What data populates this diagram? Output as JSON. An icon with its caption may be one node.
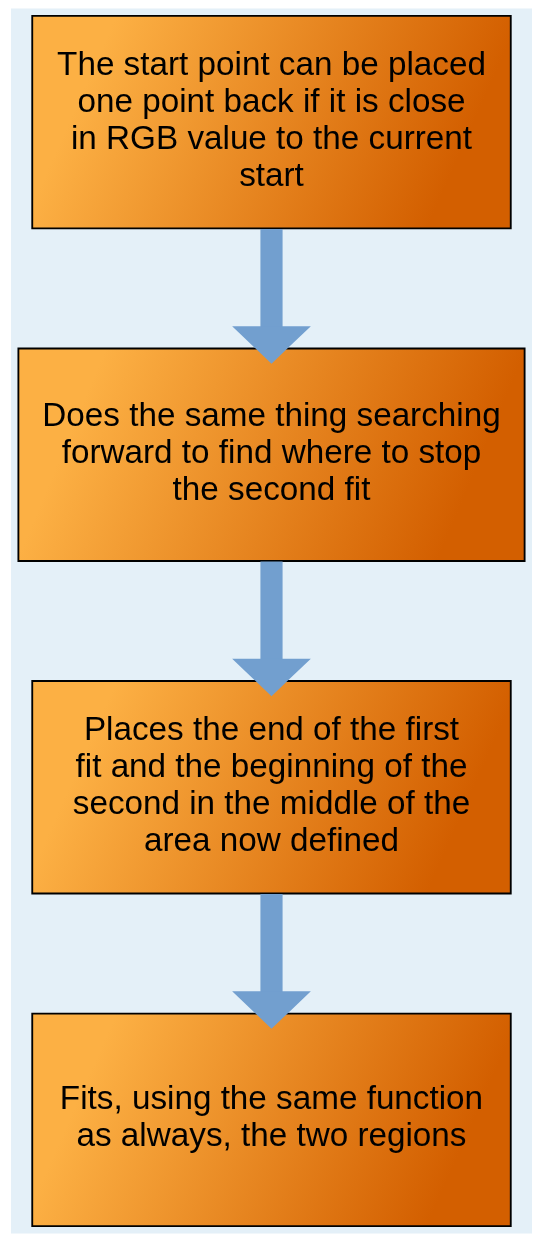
{
  "diagram": {
    "nodes": [
      {
        "text": [
          "The start point can be placed one point back if it is close in RGB value to the current start"
        ]
      },
      {
        "text": [
          "Does the same thing searching forward to find where to stop the second fit"
        ]
      },
      {
        "text": [
          "Places the end of the first fit and the beginning of the second in the middle of the area now defined"
        ]
      },
      {
        "text": [
          "Fits, using the same function as always, the two regions"
        ]
      }
    ],
    "edges": [
      {
        "from": 0,
        "to": 1,
        "arrow": "to"
      },
      {
        "from": 1,
        "to": 2,
        "arrow": "to"
      },
      {
        "from": 2,
        "to": 3,
        "arrow": "to"
      }
    ]
  }
}
